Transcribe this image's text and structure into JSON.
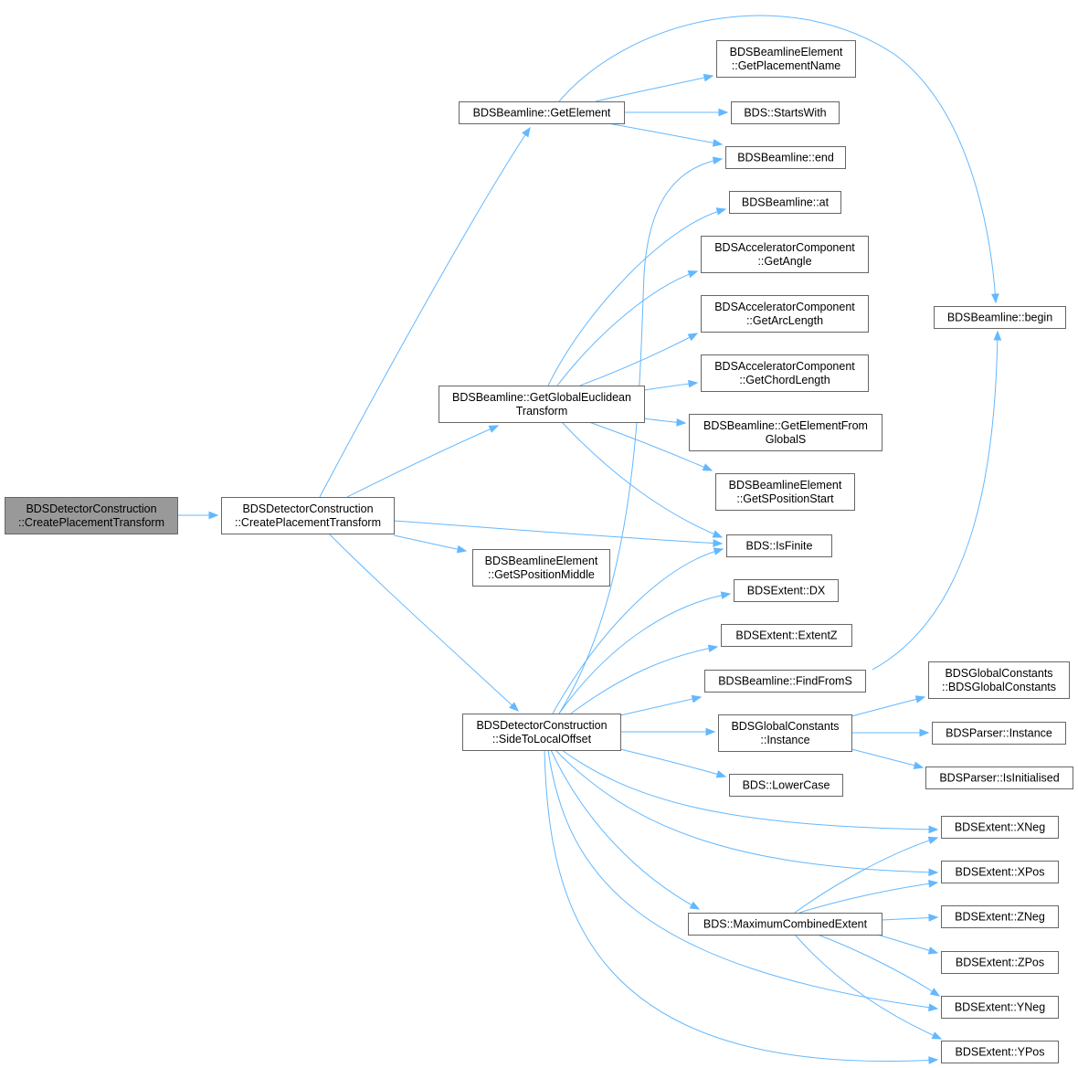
{
  "diagram": {
    "nodes": [
      {
        "id": "root",
        "lines": [
          "BDSDetectorConstruction",
          "::CreatePlacementTransform"
        ],
        "root": true
      },
      {
        "id": "cpt",
        "lines": [
          "BDSDetectorConstruction",
          "::CreatePlacementTransform"
        ]
      },
      {
        "id": "getElement",
        "lines": [
          "BDSBeamline::GetElement"
        ]
      },
      {
        "id": "getGET",
        "lines": [
          "BDSBeamline::GetGlobalEuclidean",
          "Transform"
        ]
      },
      {
        "id": "getSPosMid",
        "lines": [
          "BDSBeamlineElement",
          "::GetSPositionMiddle"
        ]
      },
      {
        "id": "sideToLocal",
        "lines": [
          "BDSDetectorConstruction",
          "::SideToLocalOffset"
        ]
      },
      {
        "id": "getPlacementName",
        "lines": [
          "BDSBeamlineElement",
          "::GetPlacementName"
        ]
      },
      {
        "id": "startsWith",
        "lines": [
          "BDS::StartsWith"
        ]
      },
      {
        "id": "end",
        "lines": [
          "BDSBeamline::end"
        ]
      },
      {
        "id": "at",
        "lines": [
          "BDSBeamline::at"
        ]
      },
      {
        "id": "getAngle",
        "lines": [
          "BDSAcceleratorComponent",
          "::GetAngle"
        ]
      },
      {
        "id": "getArcLength",
        "lines": [
          "BDSAcceleratorComponent",
          "::GetArcLength"
        ]
      },
      {
        "id": "getChordLength",
        "lines": [
          "BDSAcceleratorComponent",
          "::GetChordLength"
        ]
      },
      {
        "id": "getElementFromS",
        "lines": [
          "BDSBeamline::GetElementFrom",
          "GlobalS"
        ]
      },
      {
        "id": "getSPosStart",
        "lines": [
          "BDSBeamlineElement",
          "::GetSPositionStart"
        ]
      },
      {
        "id": "isFinite",
        "lines": [
          "BDS::IsFinite"
        ]
      },
      {
        "id": "dx",
        "lines": [
          "BDSExtent::DX"
        ]
      },
      {
        "id": "extentZ",
        "lines": [
          "BDSExtent::ExtentZ"
        ]
      },
      {
        "id": "findFromS",
        "lines": [
          "BDSBeamline::FindFromS"
        ]
      },
      {
        "id": "gcInstance",
        "lines": [
          "BDSGlobalConstants",
          "::Instance"
        ]
      },
      {
        "id": "lowerCase",
        "lines": [
          "BDS::LowerCase"
        ]
      },
      {
        "id": "maxCombined",
        "lines": [
          "BDS::MaximumCombinedExtent"
        ]
      },
      {
        "id": "begin",
        "lines": [
          "BDSBeamline::begin"
        ]
      },
      {
        "id": "gcCtor",
        "lines": [
          "BDSGlobalConstants",
          "::BDSGlobalConstants"
        ]
      },
      {
        "id": "parserInstance",
        "lines": [
          "BDSParser::Instance"
        ]
      },
      {
        "id": "parserInit",
        "lines": [
          "BDSParser::IsInitialised"
        ]
      },
      {
        "id": "xneg",
        "lines": [
          "BDSExtent::XNeg"
        ]
      },
      {
        "id": "xpos",
        "lines": [
          "BDSExtent::XPos"
        ]
      },
      {
        "id": "zneg",
        "lines": [
          "BDSExtent::ZNeg"
        ]
      },
      {
        "id": "zpos",
        "lines": [
          "BDSExtent::ZPos"
        ]
      },
      {
        "id": "yneg",
        "lines": [
          "BDSExtent::YNeg"
        ]
      },
      {
        "id": "ypos",
        "lines": [
          "BDSExtent::YPos"
        ]
      }
    ],
    "edges": [
      {
        "from": "root",
        "to": "cpt"
      },
      {
        "from": "cpt",
        "to": "getElement"
      },
      {
        "from": "cpt",
        "to": "getGET"
      },
      {
        "from": "cpt",
        "to": "isFinite"
      },
      {
        "from": "cpt",
        "to": "getSPosMid"
      },
      {
        "from": "cpt",
        "to": "sideToLocal"
      },
      {
        "from": "getElement",
        "to": "getPlacementName"
      },
      {
        "from": "getElement",
        "to": "startsWith"
      },
      {
        "from": "getElement",
        "to": "end"
      },
      {
        "from": "getElement",
        "to": "begin"
      },
      {
        "from": "getGET",
        "to": "at"
      },
      {
        "from": "getGET",
        "to": "getAngle"
      },
      {
        "from": "getGET",
        "to": "getArcLength"
      },
      {
        "from": "getGET",
        "to": "getChordLength"
      },
      {
        "from": "getGET",
        "to": "getElementFromS"
      },
      {
        "from": "getGET",
        "to": "getSPosStart"
      },
      {
        "from": "getGET",
        "to": "isFinite"
      },
      {
        "from": "sideToLocal",
        "to": "end"
      },
      {
        "from": "sideToLocal",
        "to": "isFinite"
      },
      {
        "from": "sideToLocal",
        "to": "dx"
      },
      {
        "from": "sideToLocal",
        "to": "extentZ"
      },
      {
        "from": "sideToLocal",
        "to": "findFromS"
      },
      {
        "from": "sideToLocal",
        "to": "gcInstance"
      },
      {
        "from": "sideToLocal",
        "to": "lowerCase"
      },
      {
        "from": "sideToLocal",
        "to": "xneg"
      },
      {
        "from": "sideToLocal",
        "to": "xpos"
      },
      {
        "from": "sideToLocal",
        "to": "maxCombined"
      },
      {
        "from": "sideToLocal",
        "to": "yneg"
      },
      {
        "from": "sideToLocal",
        "to": "ypos"
      },
      {
        "from": "findFromS",
        "to": "begin"
      },
      {
        "from": "gcInstance",
        "to": "gcCtor"
      },
      {
        "from": "gcInstance",
        "to": "parserInstance"
      },
      {
        "from": "gcInstance",
        "to": "parserInit"
      },
      {
        "from": "maxCombined",
        "to": "xneg"
      },
      {
        "from": "maxCombined",
        "to": "xpos"
      },
      {
        "from": "maxCombined",
        "to": "zneg"
      },
      {
        "from": "maxCombined",
        "to": "zpos"
      },
      {
        "from": "maxCombined",
        "to": "yneg"
      },
      {
        "from": "maxCombined",
        "to": "ypos"
      }
    ],
    "colors": {
      "edge": "#63b8ff",
      "node_border": "#666666",
      "node_fill": "#ffffff",
      "root_fill": "#999999",
      "text": "#000000"
    }
  }
}
